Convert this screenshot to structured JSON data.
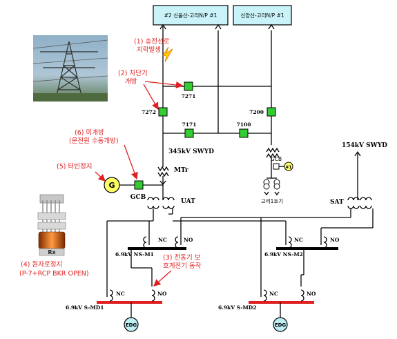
{
  "lines": {
    "line1": "#2 신울산-고리N/P #1",
    "line2": "신양산-고리N/P #1"
  },
  "breakers": {
    "b7271": "7271",
    "b7272": "7272",
    "b7171": "7171",
    "b7100": "7100",
    "b7200": "7200"
  },
  "labels": {
    "swyd345": "345kV SWYD",
    "swyd154": "154kV SWYD",
    "mtr": "MTr",
    "gcb": "GCB",
    "uat": "UAT",
    "sat": "SAT",
    "gen": "G",
    "kori1": "고리1호기",
    "gcb_small": "GCB",
    "g1": "#1",
    "ns_m1": "6.9kV NS-M1",
    "ns_m2": "6.9kV NS-M2",
    "s_md1": "6.9kV S-MD1",
    "s_md2": "6.9kV S-MD2",
    "edg": "EDG",
    "nc": "NC",
    "no": "NO",
    "rx": "Rx"
  },
  "annotations": {
    "a1_line1": "(1) 송전선로",
    "a1_line2": "지락발생",
    "a2_line1": "(2) 차단기",
    "a2_line2": "개방",
    "a3_line1": "(3) 전동기 보",
    "a3_line2": "호계전기 동작",
    "a4_line1": "(4) 원자로정지",
    "a4_line2": "(P-7+RCP BKR OPEN)",
    "a5": "(5) 터빈정지",
    "a6_line1": "(6) 미개방",
    "a6_line2": "(운전원 수동개방)"
  },
  "colors": {
    "annotation": "#e02020",
    "breaker_closed": "#33cc33",
    "generator": "#ffff66",
    "edg": "#bfeff5",
    "safety_bus": "#e02020",
    "fault": "#ffcc00"
  }
}
